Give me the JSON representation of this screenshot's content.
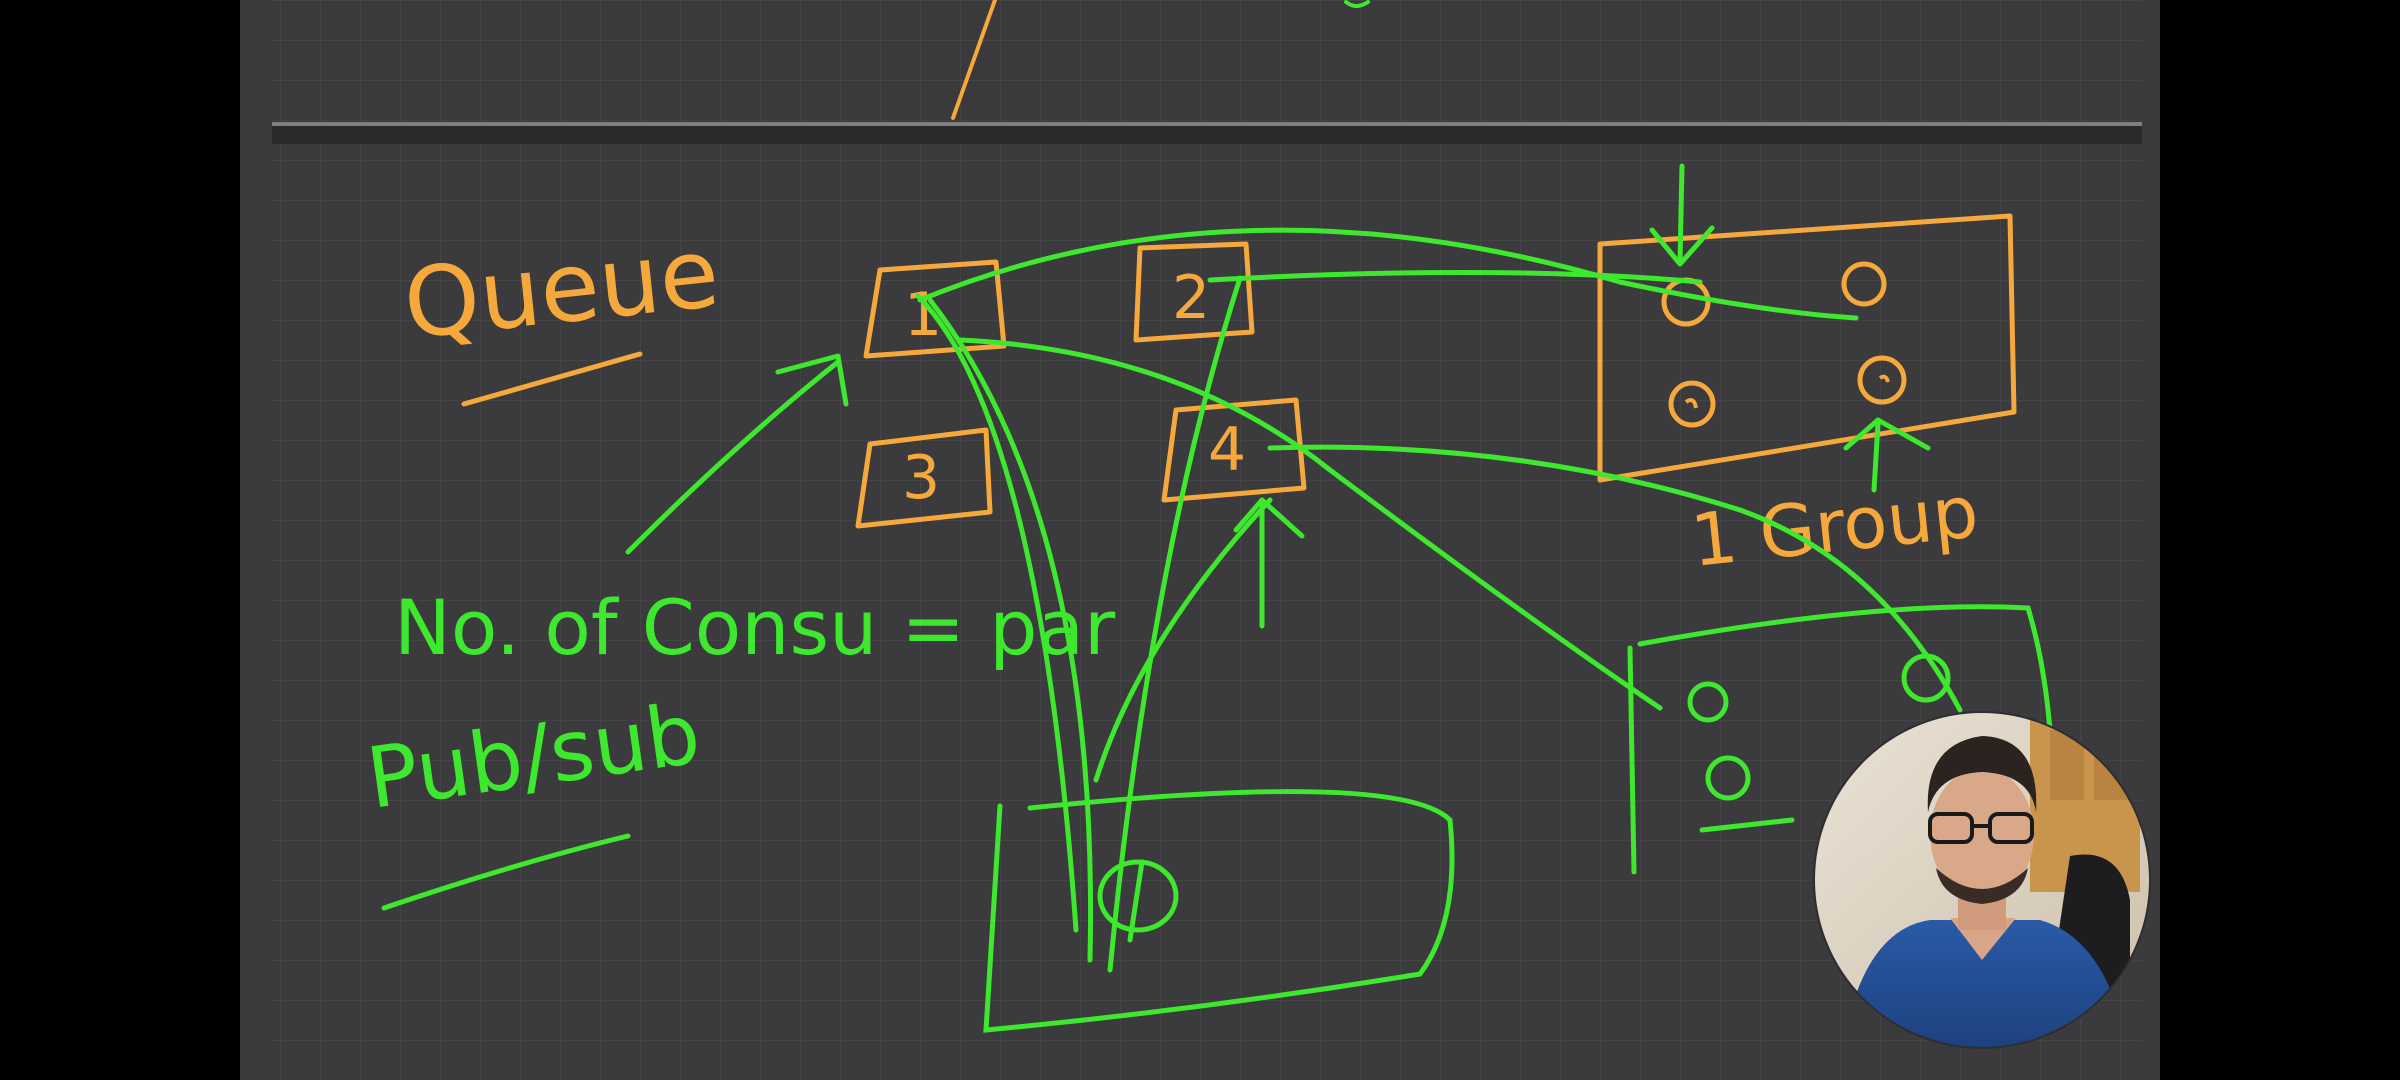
{
  "colors": {
    "background": "#000000",
    "board": "#3b3a3c",
    "board_top": "#343335",
    "grid": "#4a494b",
    "orange": "#f5a83c",
    "green": "#3ee82e"
  },
  "board": {
    "labels": {
      "queue": "Queue",
      "consumers_equation": "No. of Consu = par",
      "pubsub": "Pub/sub",
      "group": "1 Group"
    },
    "partitions": [
      "1",
      "2",
      "3",
      "4"
    ]
  },
  "video": {
    "presenter_overlay": "presenter webcam"
  }
}
